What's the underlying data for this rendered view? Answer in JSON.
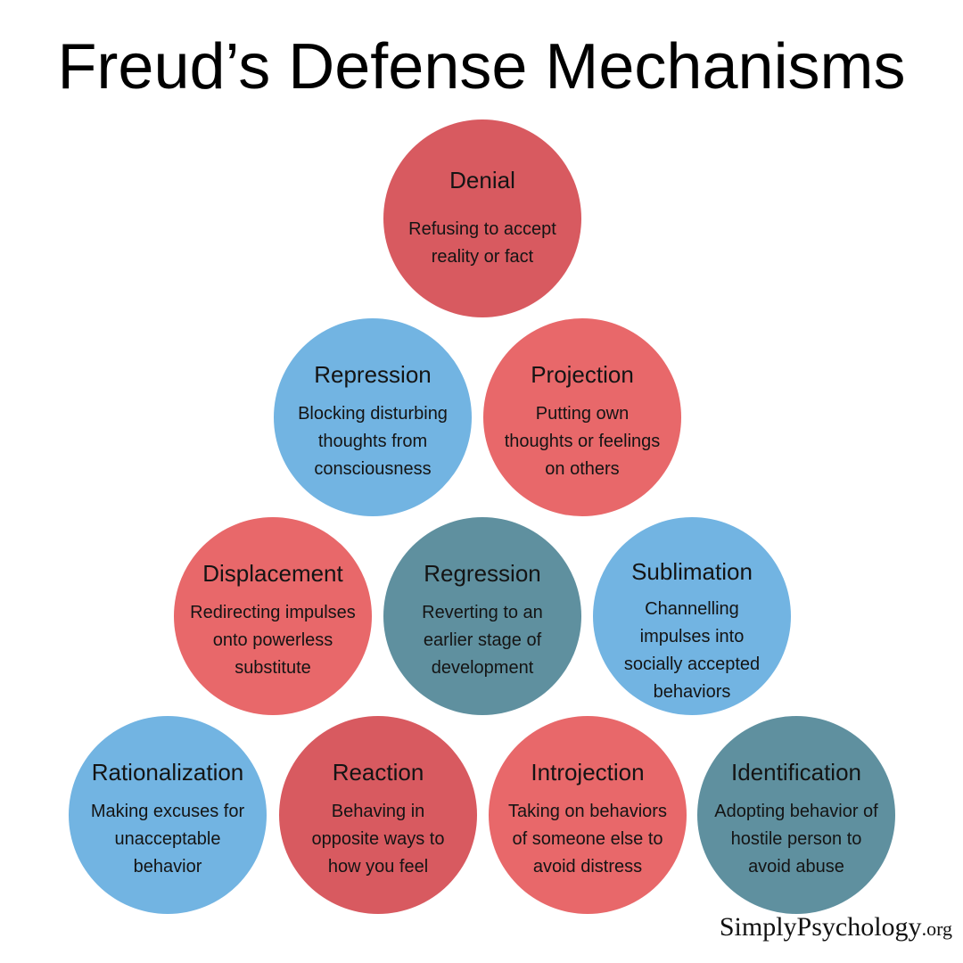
{
  "title": "Freud’s Defense Mechanisms",
  "colors": {
    "dark_red": "#d85a60",
    "light_red": "#e8686a",
    "light_blue": "#72b4e2",
    "teal": "#5f909f"
  },
  "mechanisms": [
    {
      "name": "Denial",
      "lines": [
        "Refusing to accept",
        "reality or fact"
      ],
      "color": "#d85a60"
    },
    {
      "name": "Repression",
      "lines": [
        "Blocking disturbing",
        "thoughts from",
        "consciousness"
      ],
      "color": "#72b4e2"
    },
    {
      "name": "Projection",
      "lines": [
        "Putting own",
        "thoughts or feelings",
        "on others"
      ],
      "color": "#e8686a"
    },
    {
      "name": "Displacement",
      "lines": [
        "Redirecting impulses",
        "onto powerless",
        "substitute"
      ],
      "color": "#e8686a"
    },
    {
      "name": "Regression",
      "lines": [
        "Reverting to an",
        "earlier stage of",
        "development"
      ],
      "color": "#5f909f"
    },
    {
      "name": "Sublimation",
      "lines": [
        "Channelling",
        "impulses into",
        "socially accepted",
        "behaviors"
      ],
      "color": "#72b4e2"
    },
    {
      "name": "Rationalization",
      "lines": [
        "Making excuses for",
        "unacceptable",
        "behavior"
      ],
      "color": "#72b4e2"
    },
    {
      "name": "Reaction",
      "lines": [
        "Behaving in",
        "opposite ways to",
        "how you feel"
      ],
      "color": "#d85a60"
    },
    {
      "name": "Introjection",
      "lines": [
        "Taking on behaviors",
        "of someone else to",
        "avoid distress"
      ],
      "color": "#e8686a"
    },
    {
      "name": "Identification",
      "lines": [
        "Adopting behavior of",
        "hostile person to",
        "avoid abuse"
      ],
      "color": "#5f909f"
    }
  ],
  "watermark": {
    "brand": "SimplyPsychology",
    "tld": ".org"
  }
}
